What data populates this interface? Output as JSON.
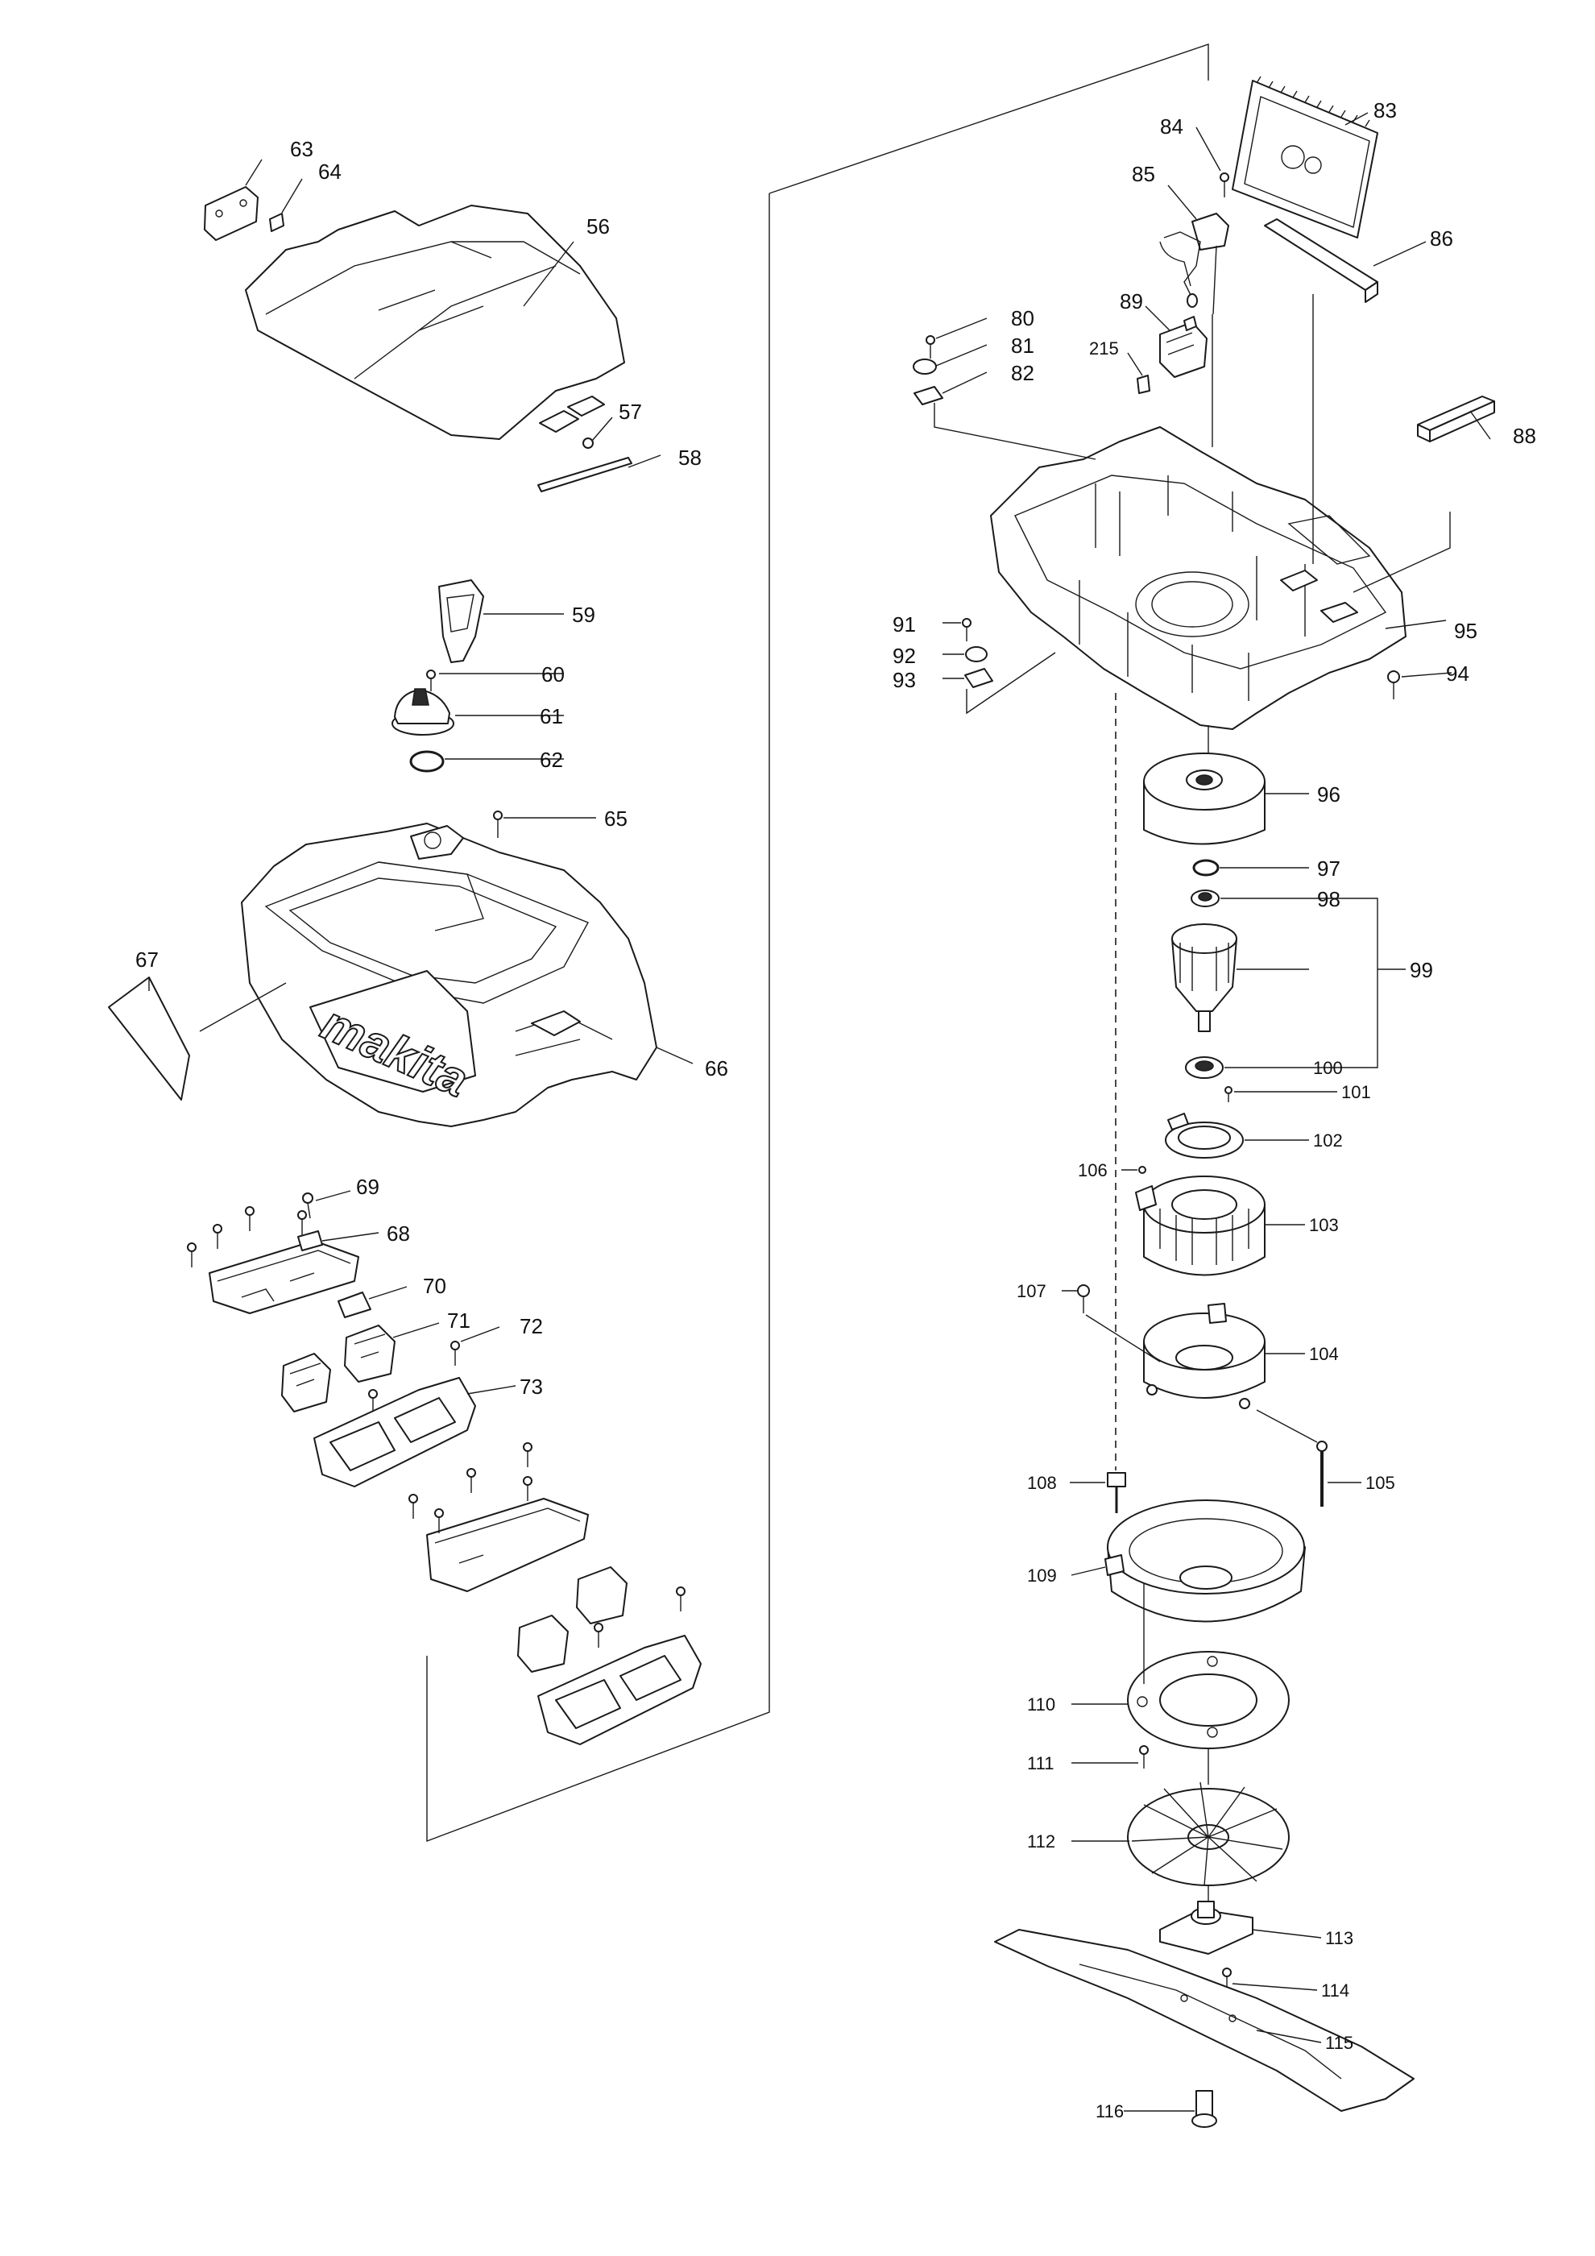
{
  "brand": "makita",
  "parts": [
    {
      "id": "p56",
      "label": "56"
    },
    {
      "id": "p57",
      "label": "57"
    },
    {
      "id": "p58",
      "label": "58"
    },
    {
      "id": "p59",
      "label": "59"
    },
    {
      "id": "p60",
      "label": "60"
    },
    {
      "id": "p61",
      "label": "61"
    },
    {
      "id": "p62",
      "label": "62"
    },
    {
      "id": "p63",
      "label": "63"
    },
    {
      "id": "p64",
      "label": "64"
    },
    {
      "id": "p65",
      "label": "65"
    },
    {
      "id": "p66",
      "label": "66"
    },
    {
      "id": "p67",
      "label": "67"
    },
    {
      "id": "p68",
      "label": "68"
    },
    {
      "id": "p69",
      "label": "69"
    },
    {
      "id": "p70",
      "label": "70"
    },
    {
      "id": "p71",
      "label": "71"
    },
    {
      "id": "p72",
      "label": "72"
    },
    {
      "id": "p73",
      "label": "73"
    },
    {
      "id": "p80",
      "label": "80"
    },
    {
      "id": "p81",
      "label": "81"
    },
    {
      "id": "p82",
      "label": "82"
    },
    {
      "id": "p83",
      "label": "83"
    },
    {
      "id": "p84",
      "label": "84"
    },
    {
      "id": "p85",
      "label": "85"
    },
    {
      "id": "p86",
      "label": "86"
    },
    {
      "id": "p88",
      "label": "88"
    },
    {
      "id": "p89",
      "label": "89"
    },
    {
      "id": "p91",
      "label": "91"
    },
    {
      "id": "p92",
      "label": "92"
    },
    {
      "id": "p93",
      "label": "93"
    },
    {
      "id": "p94",
      "label": "94"
    },
    {
      "id": "p95",
      "label": "95"
    },
    {
      "id": "p96",
      "label": "96"
    },
    {
      "id": "p97",
      "label": "97"
    },
    {
      "id": "p98",
      "label": "98"
    },
    {
      "id": "p99",
      "label": "99"
    },
    {
      "id": "p100",
      "label": "100"
    },
    {
      "id": "p101",
      "label": "101"
    },
    {
      "id": "p102",
      "label": "102"
    },
    {
      "id": "p103",
      "label": "103"
    },
    {
      "id": "p104",
      "label": "104"
    },
    {
      "id": "p105",
      "label": "105"
    },
    {
      "id": "p106",
      "label": "106"
    },
    {
      "id": "p107",
      "label": "107"
    },
    {
      "id": "p108",
      "label": "108"
    },
    {
      "id": "p109",
      "label": "109"
    },
    {
      "id": "p110",
      "label": "110"
    },
    {
      "id": "p111",
      "label": "111"
    },
    {
      "id": "p112",
      "label": "112"
    },
    {
      "id": "p113",
      "label": "113"
    },
    {
      "id": "p114",
      "label": "114"
    },
    {
      "id": "p115",
      "label": "115"
    },
    {
      "id": "p116",
      "label": "116"
    },
    {
      "id": "p215",
      "label": "215"
    }
  ]
}
